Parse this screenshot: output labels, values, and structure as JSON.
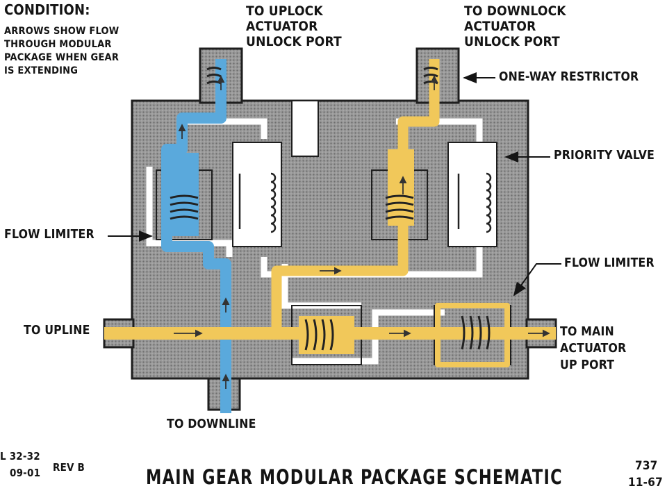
{
  "condition": {
    "heading": "CONDITION:",
    "lines": [
      "ARROWS SHOW FLOW",
      "THROUGH MODULAR",
      "PACKAGE WHEN GEAR",
      "IS EXTENDING"
    ]
  },
  "labels": {
    "uplock": [
      "TO UPLOCK",
      "ACTUATOR",
      "UNLOCK PORT"
    ],
    "downlock": [
      "TO DOWNLOCK",
      "ACTUATOR",
      "UNLOCK PORT"
    ],
    "one_way_restrictor": "ONE-WAY RESTRICTOR",
    "priority_valve": "PRIORITY VALVE",
    "flow_limiter_left": "FLOW LIMITER",
    "flow_limiter_right": "FLOW LIMITER",
    "to_upline": "TO UPLINE",
    "main_actuator": [
      "TO MAIN",
      "ACTUATOR",
      "UP PORT"
    ],
    "to_downline": "TO DOWNLINE"
  },
  "footer": {
    "doc_number": "L 32-32",
    "doc_date": "09-01",
    "revision": "REV B",
    "title": "MAIN GEAR MODULAR PACKAGE SCHEMATIC",
    "model": "737",
    "model_date": "11-67"
  },
  "colors": {
    "downline_fluid": "#5aa9dc",
    "upline_fluid": "#f1c85a",
    "body": "#8c8c8c",
    "outline": "#1e1e1e"
  }
}
